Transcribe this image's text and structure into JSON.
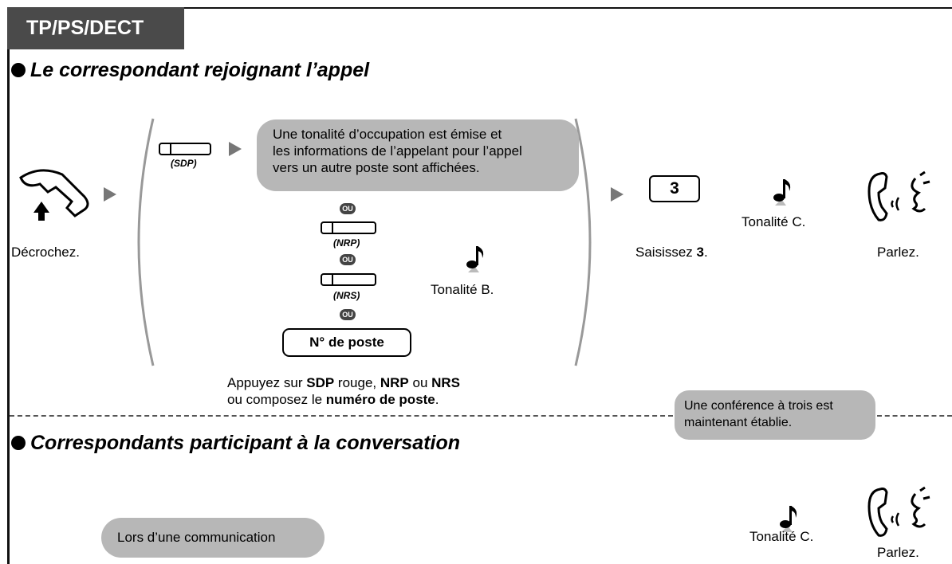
{
  "header": {
    "tab_label": "TP/PS/DECT"
  },
  "section1": {
    "title": "Le correspondant rejoignant l’appel",
    "steps": {
      "off_hook_label": "Décrochez.",
      "sdp_button_label": "(SDP)",
      "busy_bubble_line1": "Une tonalité d’occupation est émise et",
      "busy_bubble_line2": "les informations de l’appelant pour l’appel",
      "busy_bubble_line3": "vers un autre poste sont affichées.",
      "ou_label": "OU",
      "nrp_button_label": "(NRP)",
      "nrs_button_label": "(NRS)",
      "extension_button_label": "N° de poste",
      "tone_b_label": "Tonalité B.",
      "instruction_line1_parts": [
        "Appuyez sur ",
        "SDP",
        " rouge, ",
        "NRP",
        " ou ",
        "NRS"
      ],
      "instruction_line2_parts": [
        "ou composez le ",
        "numéro de poste",
        "."
      ],
      "key_3_label": "3",
      "enter_prefix": "Saisissez ",
      "enter_value": "3",
      "enter_suffix": ".",
      "tone_c_label": "Tonalité C.",
      "talk_label": "Parlez."
    }
  },
  "conference_bubble": {
    "line1": "Une conférence à trois est",
    "line2": "maintenant établie."
  },
  "section2": {
    "title": "Correspondants participant à la conversation",
    "during_call_label": "Lors d’une communication",
    "tone_c_label": "Tonalité C.",
    "talk_label": "Parlez."
  },
  "colors": {
    "tab_bg": "#4a4a4a",
    "bubble_bg": "#b7b7b7",
    "arrow": "#777777"
  },
  "icons": [
    "handset-off-hook-icon",
    "music-note-icon",
    "talking-person-icon",
    "arrow-right-icon"
  ]
}
